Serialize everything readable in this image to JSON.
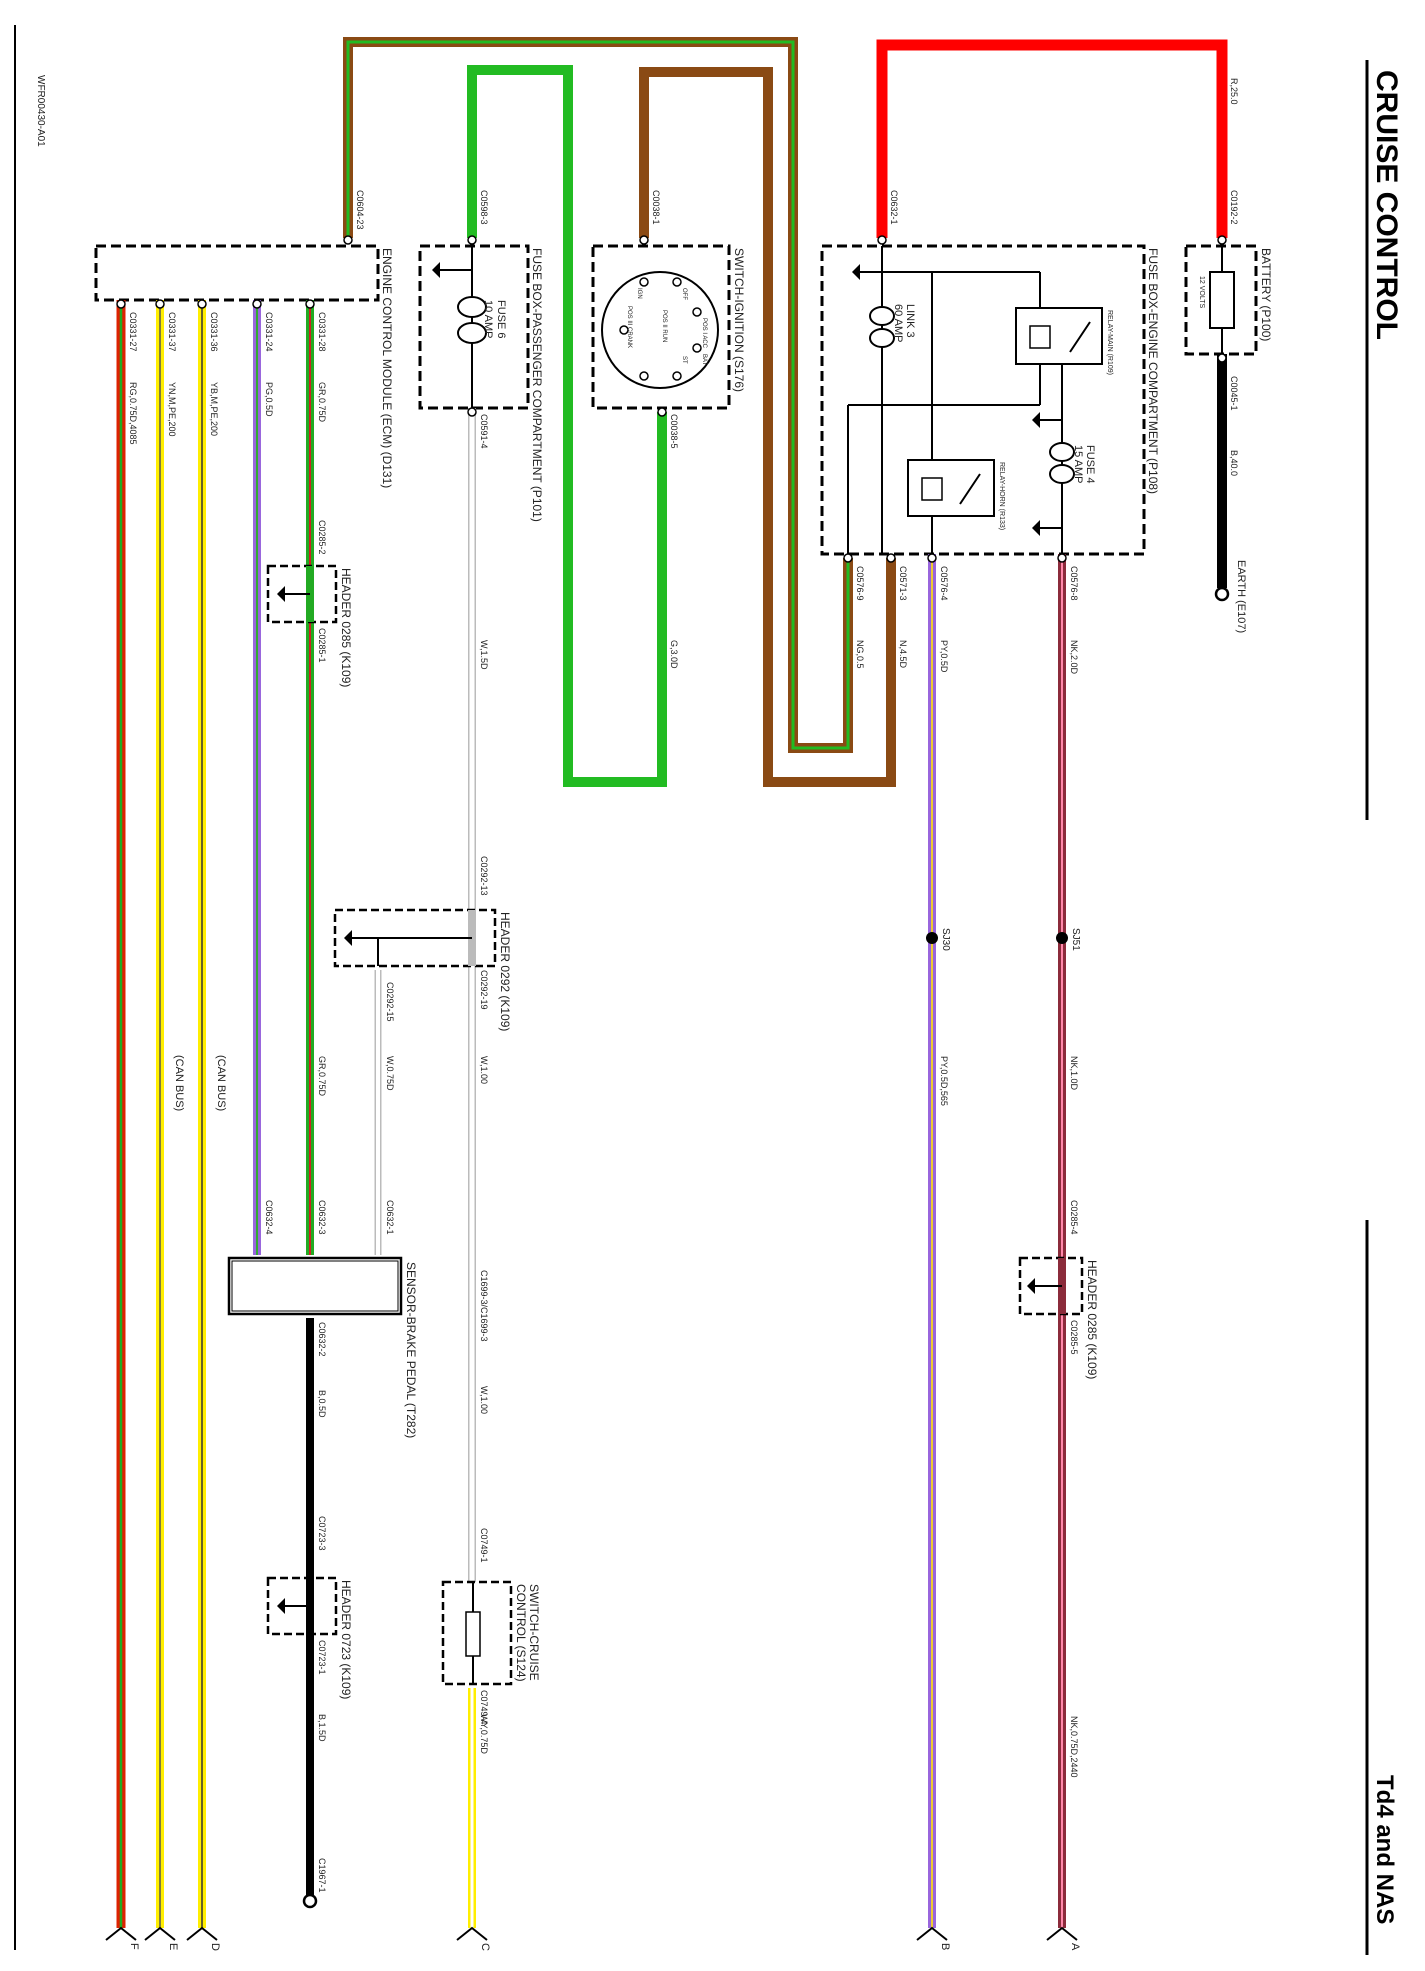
{
  "page": {
    "title": "CRUISE CONTROL",
    "variant": "Td4 and NAS",
    "figure_id": "WFR00430-A01"
  },
  "components": {
    "ecm": "ENGINE CONTROL MODULE (ECM) (D131)",
    "fusebox_passenger": "FUSE BOX-PASSENGER COMPARTMENT (P101)",
    "fuse6_name": "FUSE 6",
    "fuse6_rating": "10 AMP",
    "ignition_switch": "SWITCH-IGNITION (S176)",
    "ign_pos": [
      "OFF",
      "POS I ACC",
      "POS II RUN",
      "POS III CRANK",
      "IGN",
      "BAT",
      "ST"
    ],
    "fusebox_engine": "FUSE BOX-ENGINE COMPARTMENT (P108)",
    "link3_name": "LINK 3",
    "link3_rating": "60 AMP",
    "relay_main": "RELAY-MAIN (R109)",
    "relay_horn": "RELAY-HORN (R133)",
    "fuse4_name": "FUSE 4",
    "fuse4_rating": "15 AMP",
    "battery": "BATTERY (P100)",
    "battery_volts": "12 VOLTS",
    "earth": "EARTH (E107)",
    "header_0285_a": "HEADER 0285 (K109)",
    "header_0292": "HEADER 0292 (K109)",
    "header_0285_b": "HEADER 0285 (K109)",
    "header_0723": "HEADER 0723 (K109)",
    "brake_sensor": "SENSOR-BRAKE PEDAL (T282)",
    "cruise_switch_l1": "SWITCH-CRUISE",
    "cruise_switch_l2": "CONTROL (S124)",
    "can_bus_1": "(CAN BUS)",
    "can_bus_2": "(CAN BUS)"
  },
  "connectors": {
    "c0604_23": "C0604-23",
    "c0331_27": "C0331-27",
    "c0331_37": "C0331-37",
    "c0331_36": "C0331-36",
    "c0331_24": "C0331-24",
    "c0331_28": "C0331-28",
    "c0598_3": "C0598-3",
    "c0591_4": "C0591-4",
    "c0038_1": "C0038-1",
    "c0038_5": "C0038-5",
    "c0632_1": "C0632-1",
    "c0192_2": "C0192-2",
    "c0045_1": "C0045-1",
    "c0576_9": "C0576-9",
    "c0571_3": "C0571-3",
    "c0576_4": "C0576-4",
    "c0576_8": "C0576-8",
    "c0285_2": "C0285-2",
    "c0285_1": "C0285-1",
    "c0292_13": "C0292-13",
    "c0292_15": "C0292-15",
    "c0292_19": "C0292-19",
    "c0632_4": "C0632-4",
    "c0632_3": "C0632-3",
    "c0632_1b": "C0632-1",
    "c0632_2": "C0632-2",
    "c1699_3": "C1699-3/C1699-3",
    "c0723_3": "C0723-3",
    "c0723_1": "C0723-1",
    "c0749_1": "C0749-1",
    "c0749_4": "C0749-4",
    "c0285_4": "C0285-4",
    "c0285_5": "C0285-5",
    "c1967_1": "C1967-1"
  },
  "wire_codes": {
    "rg": "RG,0.75D,4085",
    "ynm": "YN,M,PE,200",
    "ybm": "YB,M,PE,200",
    "pg": "PG,0.5D",
    "gr1": "GR,0.75D",
    "gr2": "GR,0.75D",
    "w15": "W,1.5D",
    "w1a": "W,1.00",
    "w1b": "W,1.00",
    "w075": "W,0.75D",
    "g3": "G,3.0D",
    "ng": "NG,0.5",
    "n4": "N,4.5D",
    "py1": "PY,0.5D",
    "py2": "PY,0.5D,565",
    "nk2": "NK,2.0D",
    "nk1": "NK,1.0D",
    "nk075": "NK,0.75D,2440",
    "r25": "R,25.0",
    "b40": "B,40.0",
    "b05": "B,0.5D",
    "b15": "B,1.5D",
    "wy": "WY,0.75D"
  },
  "splices": {
    "sj30": "SJ30",
    "sj51": "SJ51"
  },
  "terminals": {
    "a": "A",
    "b": "B",
    "c": "C",
    "d": "D",
    "e": "E",
    "f": "F"
  },
  "colors": {
    "red": "#ff0000",
    "green": "#22bb22",
    "brown": "#8a4a14",
    "yellow": "#ffee00",
    "violet": "#9966dd",
    "pink_dark": "#8b2b3b",
    "black": "#000000"
  }
}
